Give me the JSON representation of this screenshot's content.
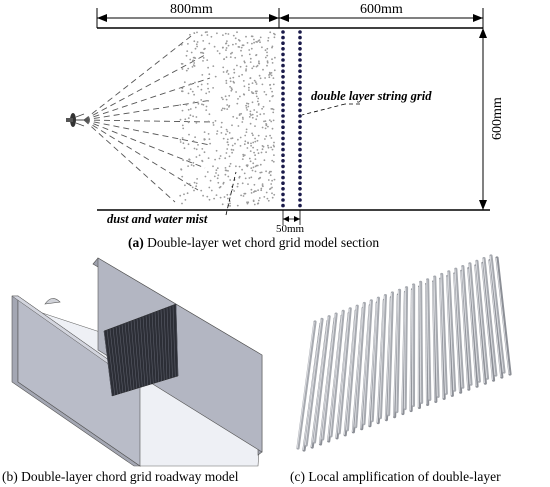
{
  "panel_a": {
    "dim_top_left": "800mm",
    "dim_top_right": "600mm",
    "dim_vertical": "600mm",
    "dim_gap": "50mm",
    "label_grid": "double layer string grid",
    "label_mist": "dust and water mist",
    "caption_letter": "(a)",
    "caption_text": " Double-layer wet chord grid model section"
  },
  "panel_b": {
    "caption": "(b) Double-layer chord grid roadway model"
  },
  "panel_c": {
    "caption": "(c) Local amplification of double-layer"
  },
  "colors": {
    "line": "#000000",
    "grid_dots": "#1a1a4a",
    "wall_face": "#c8cbd6",
    "wall_dark": "#8d909c",
    "rod": "#9fa2a8"
  }
}
